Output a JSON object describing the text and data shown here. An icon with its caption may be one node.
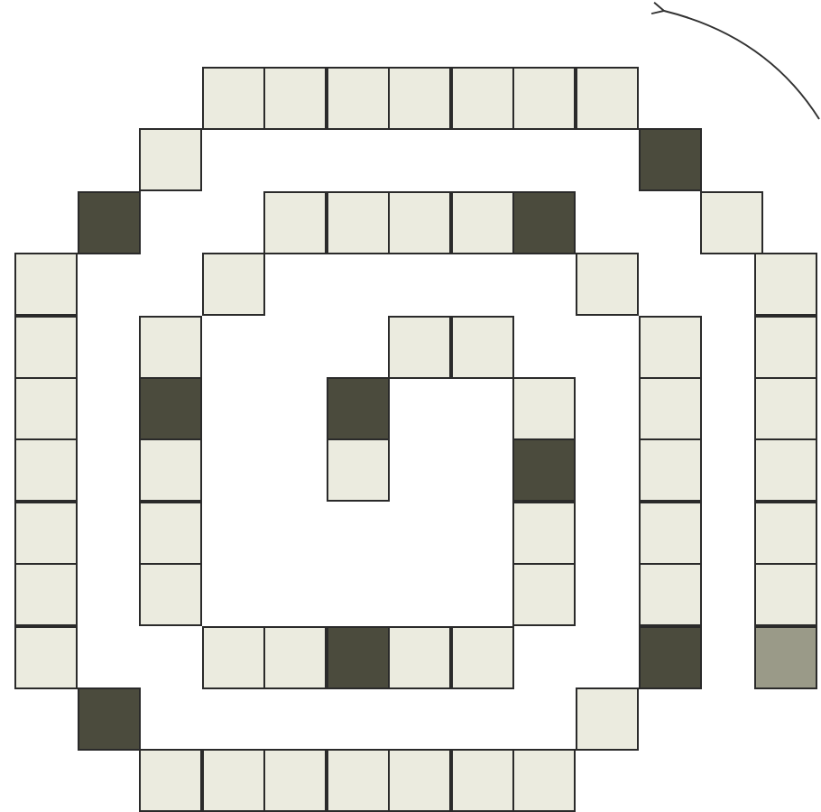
{
  "diagram": {
    "nodes": [
      {
        "text": [],
        "shape": "box"
      },
      {
        "text": [],
        "shape": "box"
      },
      {
        "text": [],
        "shape": "box"
      },
      {
        "text": [],
        "shape": "box"
      },
      {
        "text": [],
        "shape": "box"
      },
      {
        "text": [],
        "shape": "box"
      },
      {
        "text": [],
        "shape": "box"
      },
      {
        "text": [],
        "shape": "box"
      },
      {
        "text": [],
        "shape": "box"
      },
      {
        "text": [],
        "shape": "box"
      },
      {
        "text": [],
        "shape": "box"
      },
      {
        "text": [],
        "shape": "box"
      },
      {
        "text": [],
        "shape": "box"
      },
      {
        "text": [],
        "shape": "box"
      },
      {
        "text": [],
        "shape": "box"
      },
      {
        "text": [],
        "shape": "box"
      },
      {
        "text": [],
        "shape": "box"
      },
      {
        "text": [],
        "shape": "box"
      },
      {
        "text": [],
        "shape": "box"
      },
      {
        "text": [],
        "shape": "box"
      },
      {
        "text": [],
        "shape": "box"
      },
      {
        "text": [],
        "shape": "box"
      },
      {
        "text": [],
        "shape": "box"
      },
      {
        "text": [],
        "shape": "box"
      },
      {
        "text": [],
        "shape": "box"
      },
      {
        "text": [],
        "shape": "box"
      },
      {
        "text": [],
        "shape": "box"
      },
      {
        "text": [],
        "shape": "box"
      },
      {
        "text": [],
        "shape": "box"
      },
      {
        "text": [],
        "shape": "box"
      },
      {
        "text": [],
        "shape": "box"
      },
      {
        "text": [],
        "shape": "box"
      },
      {
        "text": [],
        "shape": "box"
      },
      {
        "text": [],
        "shape": "box"
      },
      {
        "text": [],
        "shape": "box"
      },
      {
        "text": [],
        "shape": "box"
      },
      {
        "text": [],
        "shape": "box"
      },
      {
        "text": [],
        "shape": "box"
      },
      {
        "text": [],
        "shape": "box"
      },
      {
        "text": [],
        "shape": "box"
      },
      {
        "text": [],
        "shape": "box"
      },
      {
        "text": [],
        "shape": "box"
      },
      {
        "text": [],
        "shape": "box"
      },
      {
        "text": [],
        "shape": "box"
      },
      {
        "text": [],
        "shape": "box"
      },
      {
        "text": [],
        "shape": "box"
      },
      {
        "text": [],
        "shape": "box"
      },
      {
        "text": [],
        "shape": "box"
      },
      {
        "text": [],
        "shape": "box"
      },
      {
        "text": [],
        "shape": "box"
      },
      {
        "text": [],
        "shape": "box"
      },
      {
        "text": [],
        "shape": "box"
      },
      {
        "text": [],
        "shape": "box"
      },
      {
        "text": [],
        "shape": "box"
      },
      {
        "text": [],
        "shape": "box"
      },
      {
        "text": [],
        "shape": "box"
      },
      {
        "text": [],
        "shape": "box"
      },
      {
        "text": [],
        "shape": "box"
      },
      {
        "text": [],
        "shape": "box"
      },
      {
        "text": [],
        "shape": "box"
      },
      {
        "text": [],
        "shape": "box"
      },
      {
        "text": [],
        "shape": "box"
      },
      {
        "text": [],
        "shape": "box"
      },
      {
        "text": [],
        "shape": "box"
      },
      {
        "text": [],
        "shape": "box"
      }
    ]
  }
}
